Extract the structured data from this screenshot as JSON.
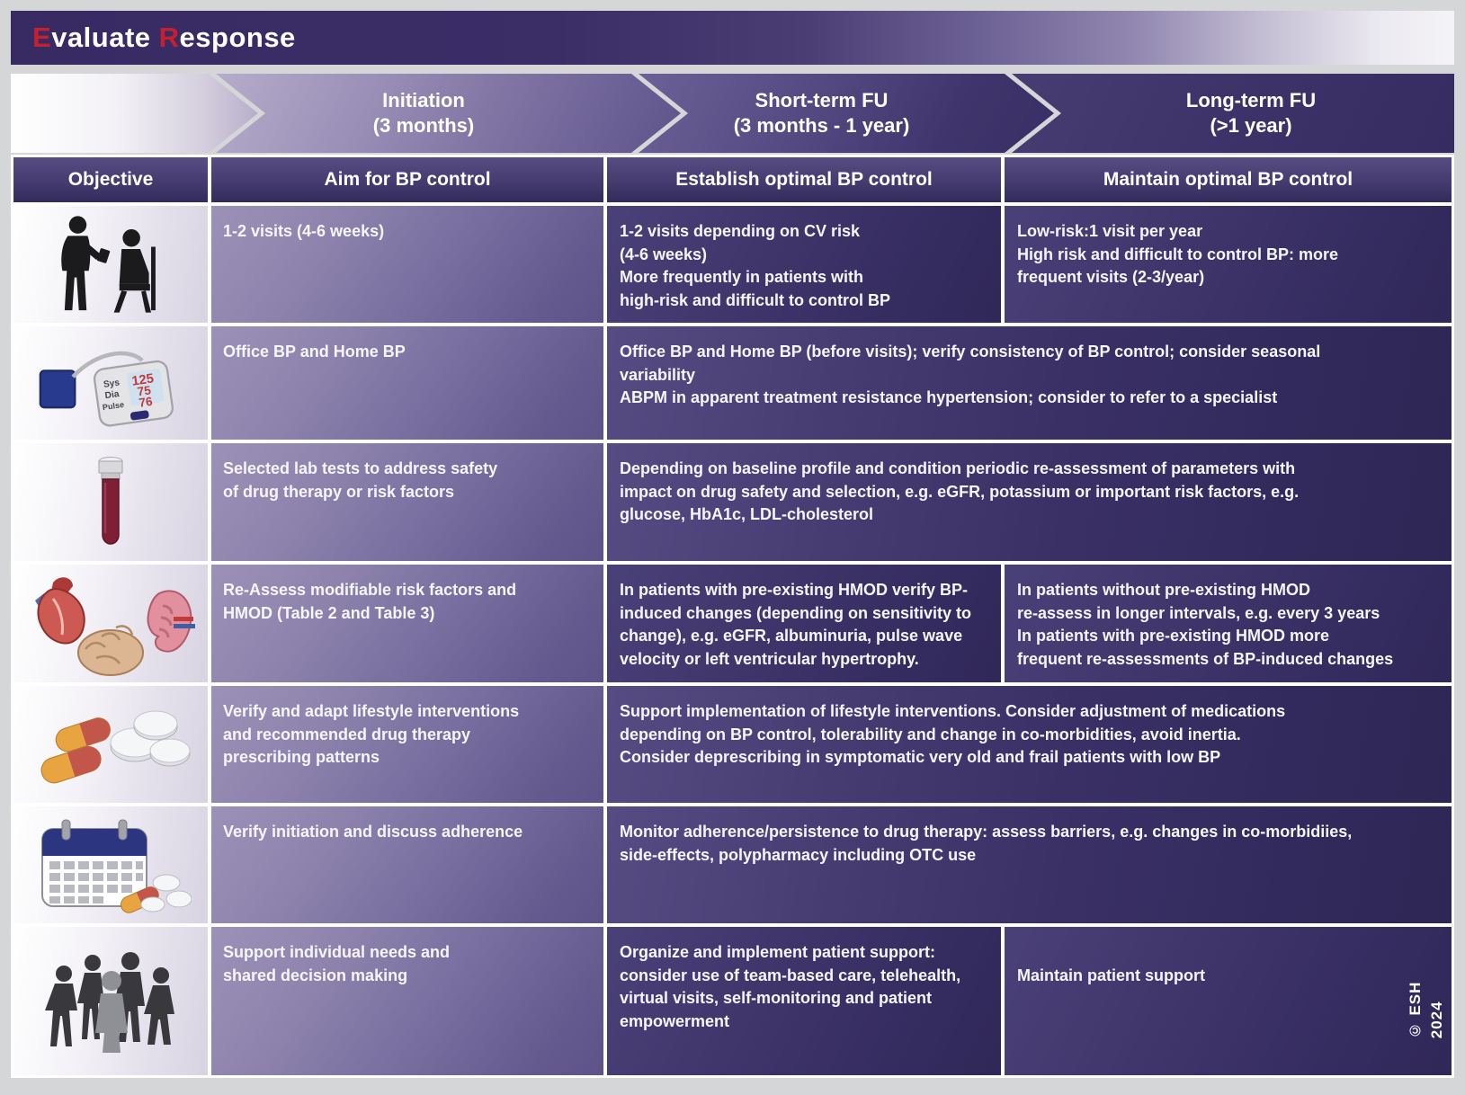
{
  "title": {
    "initial1": "E",
    "rest1": "valuate ",
    "initial2": "R",
    "rest2": "esponse"
  },
  "colors": {
    "accent_red": "#c4202e",
    "deep_purple": "#362c62",
    "mid_purple": "#7a70a1",
    "light_lavender": "#d8d3e1"
  },
  "timeline": {
    "phases": [
      {
        "line1": "Initiation",
        "line2": "(3 months)"
      },
      {
        "line1": "Short-term FU",
        "line2": "(3 months - 1 year)"
      },
      {
        "line1": "Long-term FU",
        "line2": "(>1 year)"
      }
    ]
  },
  "objective_row": {
    "label": "Objective",
    "aims": [
      "Aim for BP control",
      "Establish optimal BP control",
      "Maintain optimal BP control"
    ]
  },
  "rows": [
    {
      "icon": "doctor-patient-icon",
      "col1": "1-2 visits (4-6 weeks)",
      "col2": "1-2 visits depending on CV risk\n(4-6 weeks)\nMore frequently in patients with\nhigh-risk and difficult to control BP",
      "col3": "Low-risk:1 visit per year\nHigh risk and difficult to control BP: more\nfrequent visits (2-3/year)"
    },
    {
      "icon": "bp-monitor-icon",
      "col1": "Office BP and Home BP",
      "merged": "Office BP and Home BP (before visits); verify consistency of BP control; consider seasonal\nvariability\nABPM in apparent treatment resistance hypertension; consider to refer to a specialist"
    },
    {
      "icon": "blood-tube-icon",
      "col1": "Selected lab tests to address safety\nof drug therapy or risk factors",
      "merged": "Depending on baseline profile  and condition periodic re-assessment of parameters with\nimpact on drug safety and selection, e.g. eGFR, potassium or important risk factors, e.g.\nglucose, HbA1c, LDL-cholesterol"
    },
    {
      "icon": "organs-icon",
      "col1": "Re-Assess modifiable risk factors and\nHMOD (Table 2 and Table 3)",
      "col2": "In patients with pre-existing HMOD verify BP-\ninduced changes (depending on sensitivity to\nchange), e.g. eGFR, albuminuria, pulse wave\nvelocity or left ventricular hypertrophy.",
      "col3": "In patients without pre-existing HMOD\nre-assess in longer intervals, e.g. every 3 years\nIn patients with pre-existing HMOD more\nfrequent re-assessments of BP-induced changes"
    },
    {
      "icon": "pills-icon",
      "col1": "Verify and adapt lifestyle interventions\nand  recommended drug therapy\nprescribing patterns",
      "merged": "Support implementation of lifestyle interventions. Consider adjustment of medications\ndepending on BP control, tolerability and change in co-morbidities, avoid inertia.\nConsider deprescribing in symptomatic very old and frail patients with low BP"
    },
    {
      "icon": "calendar-icon",
      "col1": "Verify initiation and discuss adherence",
      "merged": "Monitor adherence/persistence to drug therapy: assess barriers, e.g. changes in co-morbidiies,\nside-effects, polypharmacy including OTC use"
    },
    {
      "icon": "people-group-icon",
      "col1": "Support individual needs and\nshared decision making",
      "col2": "Organize and implement patient support:\nconsider use of team-based care, telehealth,\nvirtual visits, self-monitoring and patient\nempowerment",
      "col3": "Maintain patient support"
    }
  ],
  "bp_monitor": {
    "sys_label": "Sys",
    "sys_value": "125",
    "dia_label": "Dia",
    "dia_value": "75",
    "pulse_label": "Pulse",
    "pulse_value": "76"
  },
  "copyright": "© ESH 2024"
}
